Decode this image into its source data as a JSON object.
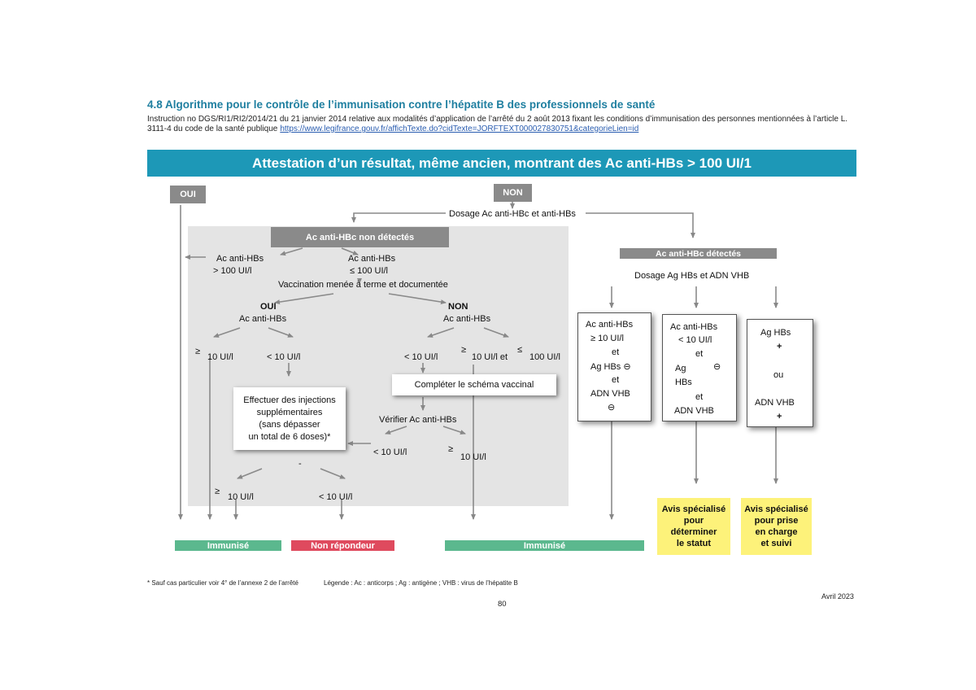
{
  "header": {
    "heading": "4.8 Algorithme pour le contrôle de l’immunisation contre l’hépatite B des professionnels de santé",
    "instruction": "Instruction no DGS/RI1/RI2/2014/21 du 21 janvier 2014 relative aux modalités d’application de l’arrêté du 2 août 2013 fixant les conditions d’immunisation des personnes mentionnées à l’article L. 3111-4 du code de la santé publique",
    "link": "https://www.legifrance.gouv.fr/affichTexte.do?cidTexte=JORFTEXT000027830751&categorieLien=id"
  },
  "diagram": {
    "banner": "Attestation d’un résultat, même ancien, montrant des Ac anti-HBs > 100 UI/1",
    "oui_top": "OUI",
    "non_top": "NON",
    "dosage_top": "Dosage Ac anti-HBc et anti-HBs",
    "left": {
      "tag": "Ac anti-HBc non détectés",
      "ac_gt_line1": "Ac  anti-HBs",
      "ac_gt_line2": "> 100 UI/l",
      "ac_le_line1": "Ac  anti-HBs",
      "ac_le_line2": "≤  100 UI/l",
      "vaccination": "Vaccination menée à terme et documentée",
      "oui_label": "OUI",
      "oui_sub": "Ac  anti-HBs",
      "non_label": "NON",
      "non_sub": "Ac  anti-HBs",
      "ge_sym_1": "≥",
      "ge10_1": "10 UI/l",
      "lt10_1": "< 10 UI/l",
      "lt10_2": "< 10 UI/l",
      "ge_sym_2": "≥",
      "ge10_et": "10 UI/l et",
      "le_sym": "≤",
      "le100": "100 UI/l",
      "injections": [
        "Effectuer des injections",
        "supplémentaires",
        "(sans dépasser",
        "un total de 6 doses)*"
      ],
      "completer": "Compléter le schéma vaccinal",
      "verifier": "Vérifier   Ac  anti-HBs",
      "lt10_3": "< 10 UI/l",
      "ge_sym_3": "≥",
      "ge10_3": "10 UI/l",
      "dash": "-",
      "ge_sym_4": "≥",
      "ge10_4": "10 UI/l",
      "lt10_4": "< 10 UI/l"
    },
    "right": {
      "tag": "Ac anti-HBc détectés",
      "dosage": "Dosage Ag HBs et ADN VHB",
      "box1": [
        "Ac anti-HBs",
        "≥  10 UI/l",
        "et",
        "Ag HBs  ⊖",
        "et",
        "ADN VHB",
        "⊖"
      ],
      "box2": [
        "Ac anti-HBs",
        "< 10 UI/l",
        "et",
        "Ag",
        "⊖",
        "HBs",
        "et",
        "ADN VHB"
      ],
      "box3": [
        "Ag HBs",
        "+",
        "ou",
        "ADN VHB",
        "+"
      ],
      "avis1": [
        "Avis spécialisé",
        "pour",
        "déterminer",
        "le statut"
      ],
      "avis2": [
        "Avis spécialisé",
        "pour prise",
        "en charge",
        "et suivi"
      ]
    },
    "results": {
      "immunise_1": "Immunisé",
      "non_repondeur": "Non répondeur",
      "immunise_2": "Immunisé"
    }
  },
  "footer": {
    "note": "* Sauf cas particulier voir 4° de l’annexe 2 de l’arrêté",
    "legend": "Légende : Ac : anticorps ; Ag : antigène ; VHB : virus de l’hépatite B",
    "date": "Avril 2023",
    "page": "80"
  },
  "colors": {
    "accent": "#1d98b7",
    "heading": "#1f7fa0",
    "tag_gray": "#8a8a8a",
    "green": "#5bb88e",
    "red": "#df4a5e",
    "yellow": "#fdf27a"
  }
}
